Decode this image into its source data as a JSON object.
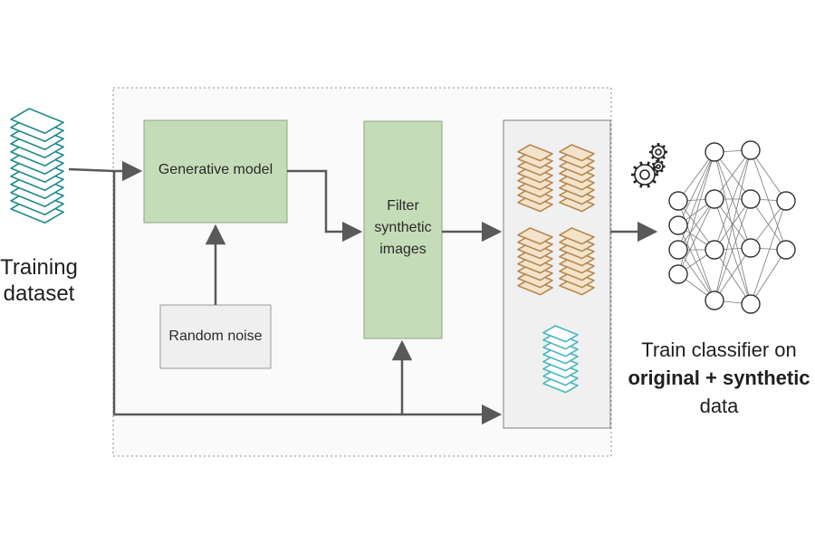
{
  "nodes": {
    "training_dataset": {
      "line1": "Training",
      "line2": "dataset"
    },
    "generative_model": {
      "label": "Generative model"
    },
    "random_noise": {
      "label": "Random noise"
    },
    "filter": {
      "line1": "Filter",
      "line2": "synthetic",
      "line3": "images"
    },
    "classifier": {
      "line1": "Train classifier on",
      "line2": "original + synthetic",
      "line3": "data"
    }
  },
  "icons": {
    "training_stack": "stacked-images-icon",
    "synthetic_stacks": "synthetic-image-stack-icon",
    "original_stack": "original-image-stack-icon",
    "gears": "gears-icon",
    "network": "neural-network-icon"
  },
  "colors": {
    "process_fill": "#c5dcb9",
    "process_stroke": "#8aa77b",
    "noise_fill": "#efefef",
    "arrow": "#595959",
    "original_stack_stroke": "#1f8a8a",
    "original_stack_light": "#48b7c0",
    "synthetic_stack_stroke": "#b8884e",
    "synthetic_stack_fill": "#f3e3cb"
  }
}
